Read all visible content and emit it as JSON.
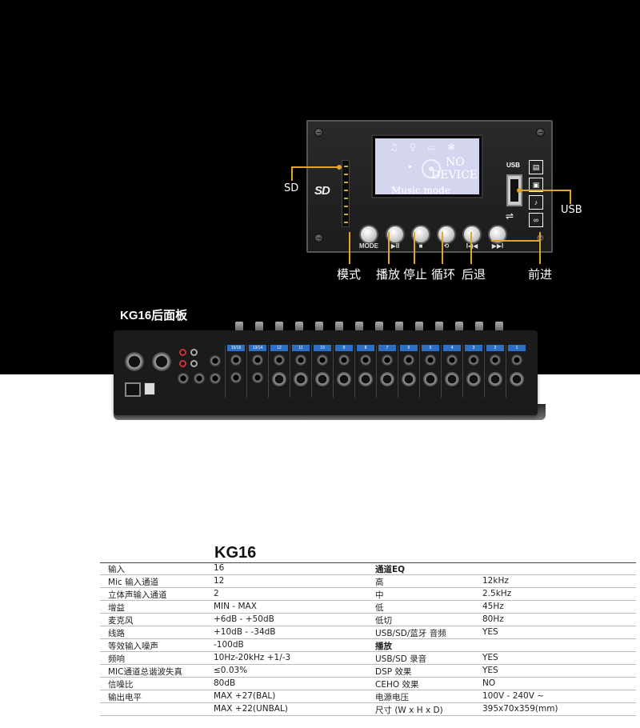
{
  "module": {
    "lcd": {
      "line1": "NO",
      "line2": "DEVICE",
      "mode_text": "Music mode"
    },
    "usb_port_label": "USB",
    "buttons": [
      {
        "label": "MODE",
        "callout": "模式"
      },
      {
        "label": "▶II",
        "callout": "播放"
      },
      {
        "label": "■",
        "callout": "停止"
      },
      {
        "label": "⟲",
        "callout": "循环"
      },
      {
        "label": "I◀◀",
        "callout": "后退"
      },
      {
        "label": "▶▶I",
        "callout": "前进"
      }
    ],
    "callout_sd": "SD",
    "callout_usb": "USB",
    "accent_color": "#e2a52c"
  },
  "panel_title": "KG16后面板",
  "mixer": {
    "channels": [
      "15/16",
      "13/14",
      "12",
      "11",
      "10",
      "9",
      "8",
      "7",
      "6",
      "5",
      "4",
      "3",
      "2",
      "1"
    ]
  },
  "specs": {
    "model": "KG16",
    "left": [
      {
        "label": "输入",
        "value": "16"
      },
      {
        "label": "Mic 输入通道",
        "value": "12"
      },
      {
        "label": "立体声输入通道",
        "value": "2"
      },
      {
        "label": "增益",
        "value": "MIN - MAX"
      },
      {
        "label": "麦克风",
        "value": "+6dB - +50dB"
      },
      {
        "label": "线路",
        "value": "+10dB - -34dB"
      },
      {
        "label": "等效输入噪声",
        "value": "-100dB"
      },
      {
        "label": "频响",
        "value": "10Hz-20kHz +1/-3"
      },
      {
        "label": "MIC通道总谐波失真",
        "value": "≤0.03%"
      },
      {
        "label": "信噪比",
        "value": "80dB"
      },
      {
        "label": "输出电平",
        "value": "MAX +27(BAL)"
      },
      {
        "label": "",
        "value": "MAX +22(UNBAL)"
      }
    ],
    "right": [
      {
        "label": "通道EQ",
        "value": "",
        "header": true
      },
      {
        "label": "高",
        "value": "12kHz"
      },
      {
        "label": "中",
        "value": "2.5kHz"
      },
      {
        "label": "低",
        "value": "45Hz"
      },
      {
        "label": "低切",
        "value": "80Hz"
      },
      {
        "label": "USB/SD/蓝牙 音频",
        "value": "YES"
      },
      {
        "label": "播放",
        "value": "",
        "header": true
      },
      {
        "label": "USB/SD 录音",
        "value": "YES"
      },
      {
        "label": "DSP 效果",
        "value": "YES"
      },
      {
        "label": "CEHO 效果",
        "value": "NO"
      },
      {
        "label": "电源电压",
        "value": "100V - 240V ~"
      },
      {
        "label": "尺寸 (W x H x D)",
        "value": "395x70x359(mm)"
      }
    ]
  }
}
